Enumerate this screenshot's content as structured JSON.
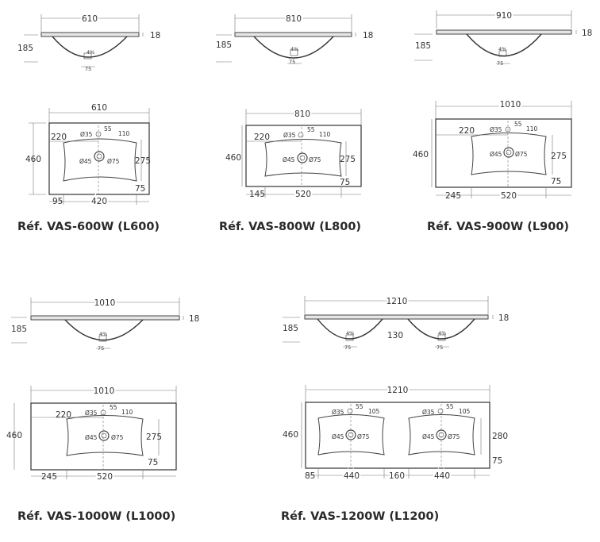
{
  "models": [
    {
      "ref": "Réf. VAS-600W (L600)",
      "side": {
        "width": "610",
        "height": "185",
        "thickness": "18",
        "slope": "4%",
        "drain": "75"
      },
      "top": {
        "width": "610",
        "depth": "460",
        "tap_dia": "Ø35",
        "tap_off": "55",
        "basin_back": "220",
        "basin_gap": "110",
        "drain_dia_in": "Ø45",
        "drain_dia_out": "Ø75",
        "basin_depth": "275",
        "front": "75",
        "left": "95",
        "basin_width": "420"
      }
    },
    {
      "ref": "Réf. VAS-800W (L800)",
      "side": {
        "width": "810",
        "height": "185",
        "thickness": "18",
        "slope": "4%",
        "drain": "75"
      },
      "top": {
        "width": "810",
        "depth": "460",
        "tap_dia": "Ø35",
        "tap_off": "55",
        "basin_back": "220",
        "basin_gap": "110",
        "drain_dia_in": "Ø45",
        "drain_dia_out": "Ø75",
        "basin_depth": "275",
        "front": "75",
        "left": "145",
        "basin_width": "520"
      }
    },
    {
      "ref": "Réf. VAS-900W (L900)",
      "side": {
        "width": "910",
        "height": "185",
        "thickness": "18",
        "slope": "4%",
        "drain": "75"
      },
      "top": {
        "width": "1010",
        "depth": "460",
        "tap_dia": "Ø35",
        "tap_off": "55",
        "basin_back": "220",
        "basin_gap": "110",
        "drain_dia_in": "Ø45",
        "drain_dia_out": "Ø75",
        "basin_depth": "275",
        "front": "75",
        "left": "245",
        "basin_width": "520"
      }
    },
    {
      "ref": "Réf. VAS-1000W (L1000)",
      "side": {
        "width": "1010",
        "height": "185",
        "thickness": "18",
        "slope": "4%",
        "drain": "75"
      },
      "top": {
        "width": "1010",
        "depth": "460",
        "tap_dia": "Ø35",
        "tap_off": "55",
        "basin_back": "220",
        "basin_gap": "110",
        "drain_dia_in": "Ø45",
        "drain_dia_out": "Ø75",
        "basin_depth": "275",
        "front": "75",
        "left": "245",
        "basin_width": "520"
      }
    },
    {
      "ref": "Réf. VAS-1200W (L1200)",
      "side": {
        "width": "1210",
        "height": "185",
        "thickness": "18",
        "slope": "4%",
        "drain": "75",
        "spacing": "130"
      },
      "top": {
        "width": "1210",
        "depth": "460",
        "tap_dia": "Ø35",
        "tap_off": "55",
        "basin_gap": "105",
        "drain_dia_in": "Ø45",
        "drain_dia_out": "Ø75",
        "basin_depth": "280",
        "front": "75",
        "left": "85",
        "basin_width": "440",
        "middle": "160"
      }
    }
  ]
}
